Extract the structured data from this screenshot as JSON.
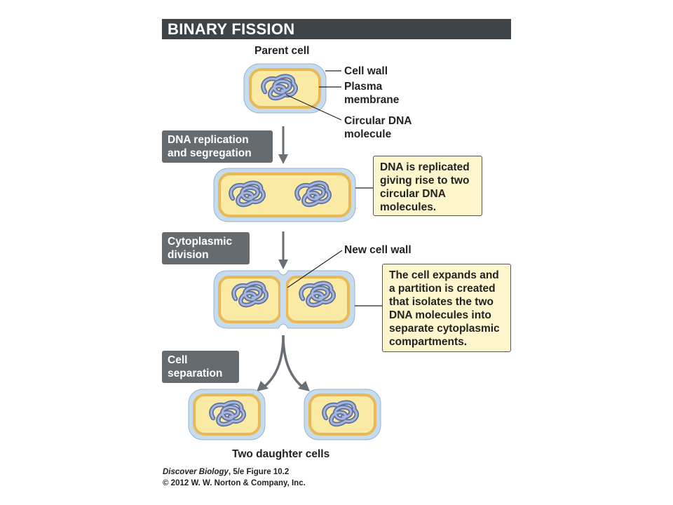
{
  "title": "BINARY FISSION",
  "labels": {
    "parent_cell": "Parent cell",
    "cell_wall": "Cell wall",
    "plasma_membrane": "Plasma\nmembrane",
    "circular_dna": "Circular DNA\nmolecule",
    "new_cell_wall": "New cell wall",
    "two_daughter_cells": "Two daughter cells"
  },
  "steps": [
    "DNA replication\nand segregation",
    "Cytoplasmic\ndivision",
    "Cell\nseparation"
  ],
  "notes": [
    "DNA is replicated\ngiving rise to two\ncircular DNA\nmolecules.",
    "The cell expands and\na partition is created\nthat isolates the two\nDNA molecules into\nseparate cytoplasmic\ncompartments."
  ],
  "caption": {
    "book": "Discover Biology",
    "edition_figure": ", 5/e  Figure 10.2",
    "copyright": "© 2012 W. W. Norton & Company, Inc."
  },
  "colors": {
    "title_bar": "#3d4347",
    "step_box": "#666b70",
    "note_fill": "#fdf6cc",
    "cell_wall": "#c6dbee",
    "membrane": "#e9b958",
    "cytoplasm": "#fbeaa4",
    "dna": "#7a8fc0",
    "arrow": "#6a6f75"
  }
}
